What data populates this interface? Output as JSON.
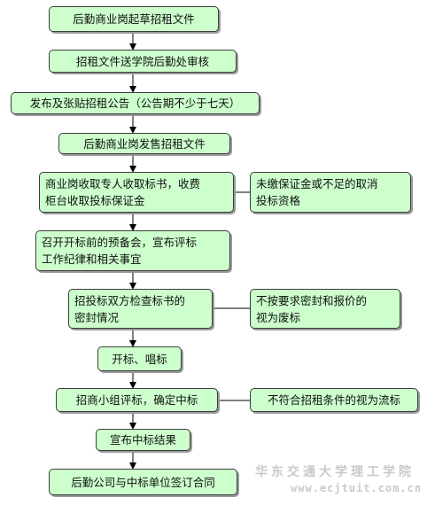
{
  "steps": {
    "s1": "后勤商业岗起草招租文件",
    "s2": "招租文件送学院后勤处审核",
    "s3": "发布及张贴招租公告（公告期不少于七天）",
    "s4": "后勤商业岗发售招租文件",
    "s5_line1": "商业岗收取专人收取标书，收费",
    "s5_line2": "柜台收取投标保证金",
    "s6_line1": "召开开标前的预备会，宣布评标",
    "s6_line2": "工作纪律和相关事宜",
    "s7_line1": "招投标双方检查标书的",
    "s7_line2": "密封情况",
    "s8": "开标、唱标",
    "s9": "招商小组评标，确定中标",
    "s10": "宣布中标结果",
    "s11": "后勤公司与中标单位签订合同"
  },
  "side_notes": {
    "n1_line1": "未缴保证金或不足的取消",
    "n1_line2": "投标资格",
    "n2_line1": "不按要求密封和报价的",
    "n2_line2": "视为废标",
    "n3": "不符合招租条件的视为流标"
  },
  "watermark": {
    "line1": "华东交通大学理工学院",
    "line2": "www.ecjtuit.com.cn"
  },
  "colors": {
    "box_fill": "#ccffcc",
    "border": "#3c3c3c",
    "arrow": "#000000"
  }
}
